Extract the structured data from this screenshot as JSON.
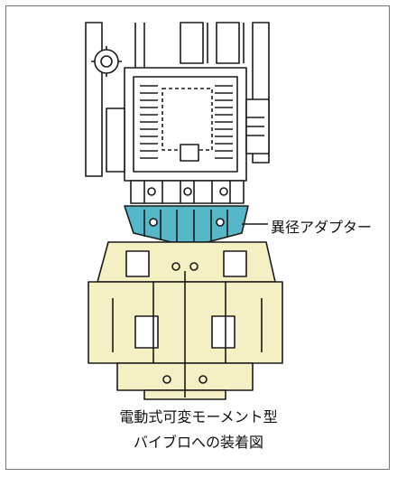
{
  "callout_label": "異径アダプター",
  "caption": {
    "line1": "電動式可変モーメント型",
    "line2": "バイブロへの装着図"
  },
  "colors": {
    "adapter": "#56b7c8",
    "vibro_body": "#f5f0c4",
    "line": "#1a1a1a",
    "frame_border": "#777777"
  },
  "icons": [
    "machine-drawing"
  ]
}
